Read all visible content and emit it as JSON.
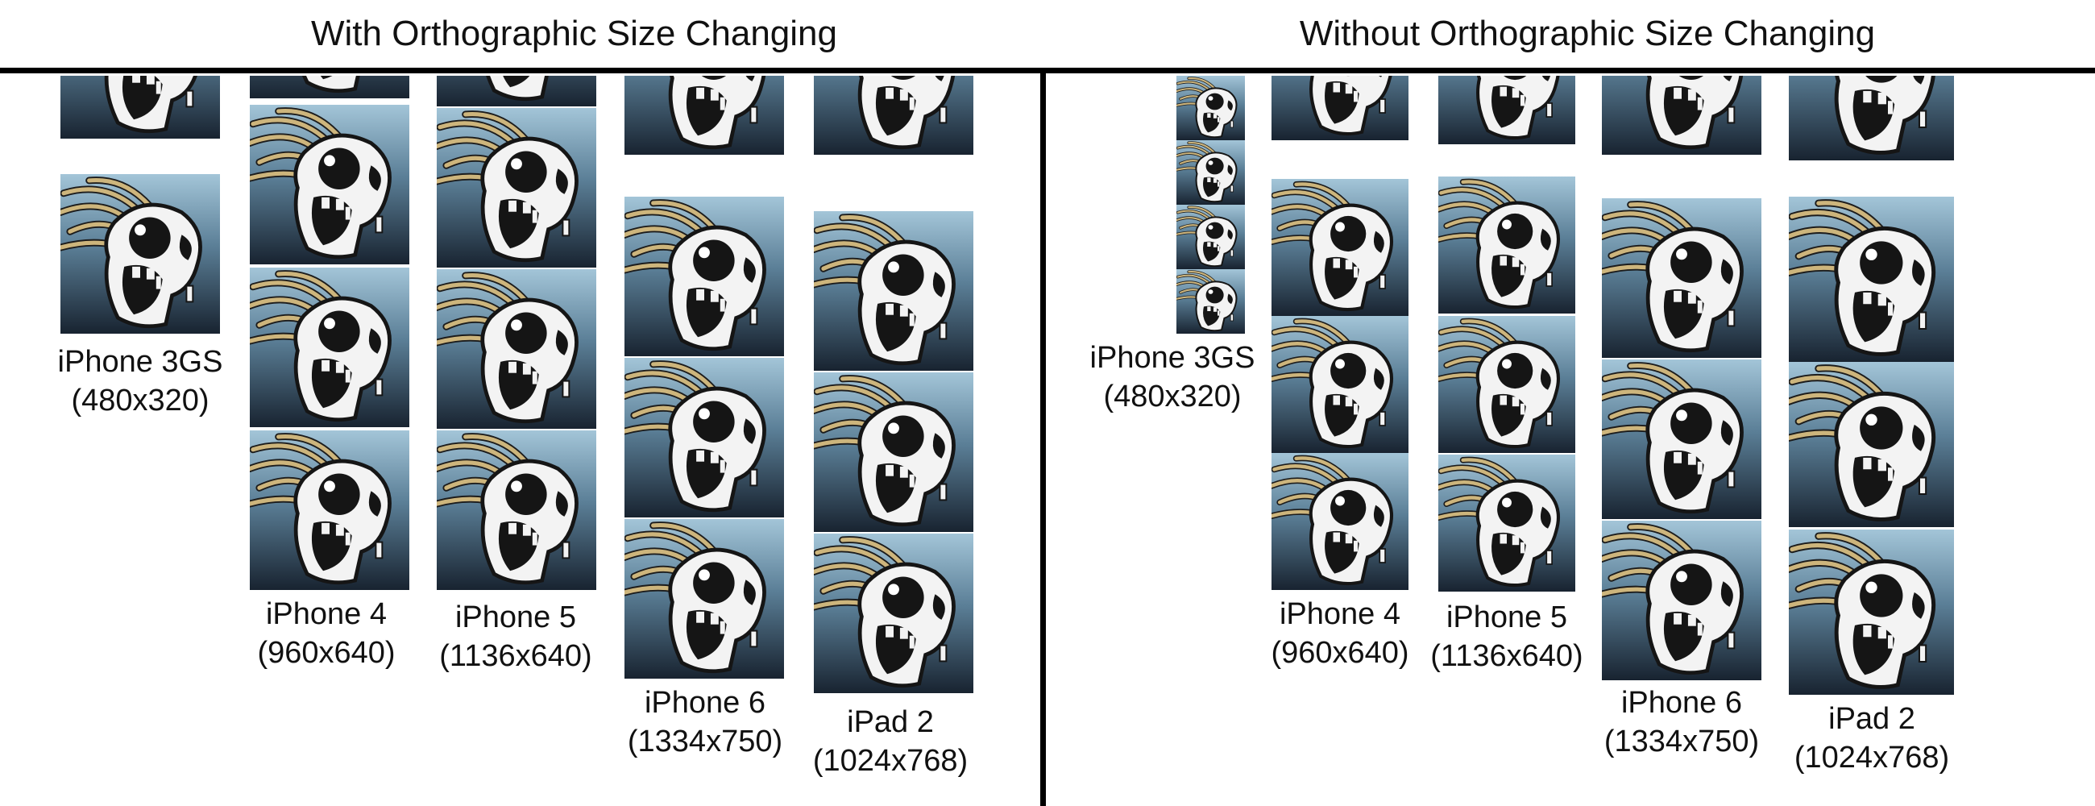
{
  "headings": {
    "left": "With Orthographic Size Changing",
    "right": "Without Orthographic Size Changing"
  },
  "devices": {
    "iphone3gs": {
      "name": "iPhone 3GS",
      "res": "(480x320)"
    },
    "iphone4": {
      "name": "iPhone 4",
      "res": "(960x640)"
    },
    "iphone5": {
      "name": "iPhone 5",
      "res": "(1136x640)"
    },
    "iphone6": {
      "name": "iPhone 6",
      "res": "(1334x750)"
    },
    "ipad2": {
      "name": "iPad 2",
      "res": "(1024x768)"
    }
  },
  "colors": {
    "tile_bg_top": "#9fc2d6",
    "tile_bg_bottom": "#1a2634",
    "hair": "#c9b27a",
    "skull": "#f2f2f2",
    "divider": "#000000"
  },
  "icon": "skull-creature-icon"
}
